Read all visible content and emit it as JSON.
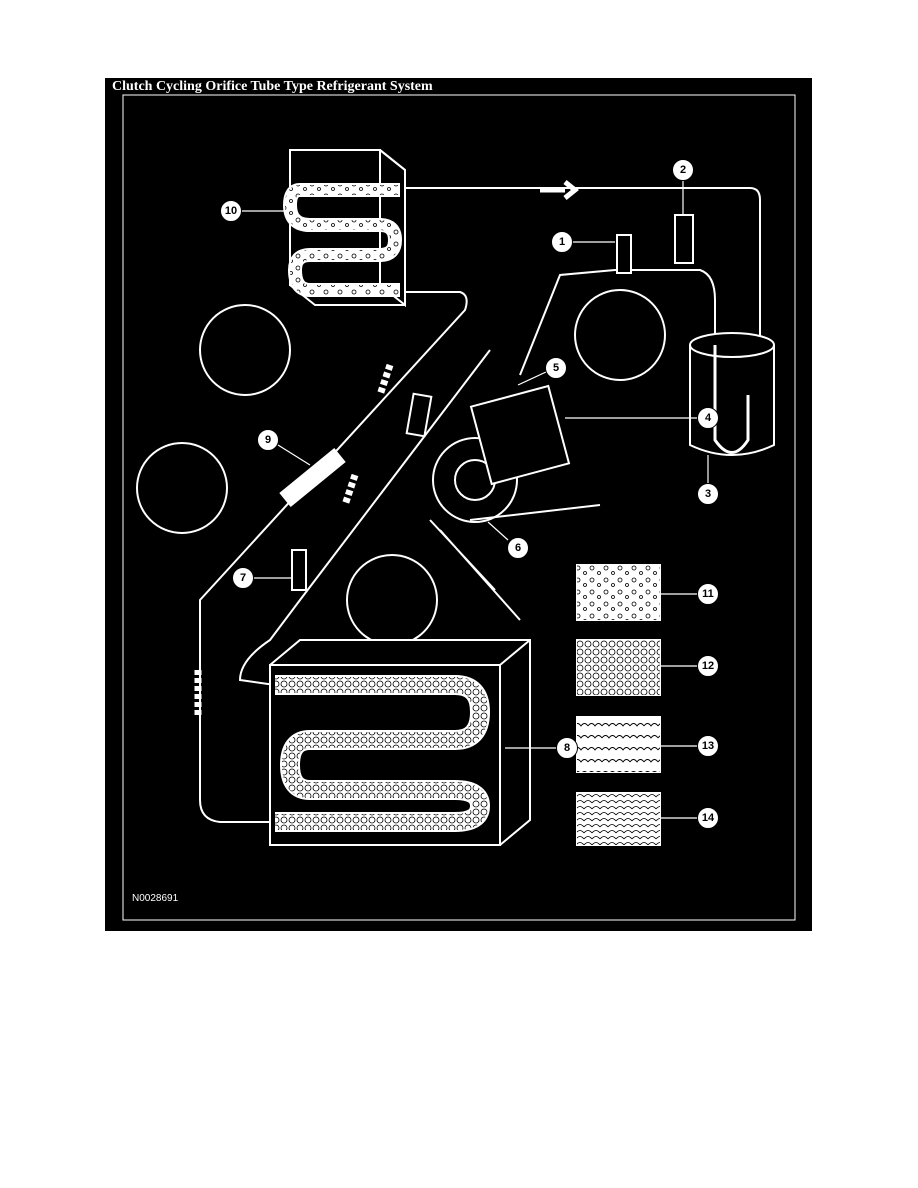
{
  "title": "Clutch Cycling Orifice Tube Type Refrigerant System",
  "figure_id": "N0028691",
  "callouts": [
    "1",
    "2",
    "3",
    "4",
    "5",
    "6",
    "7",
    "8",
    "9",
    "10",
    "11",
    "12",
    "13",
    "14"
  ],
  "colors": {
    "background": "#000000",
    "lines": "#ffffff"
  }
}
